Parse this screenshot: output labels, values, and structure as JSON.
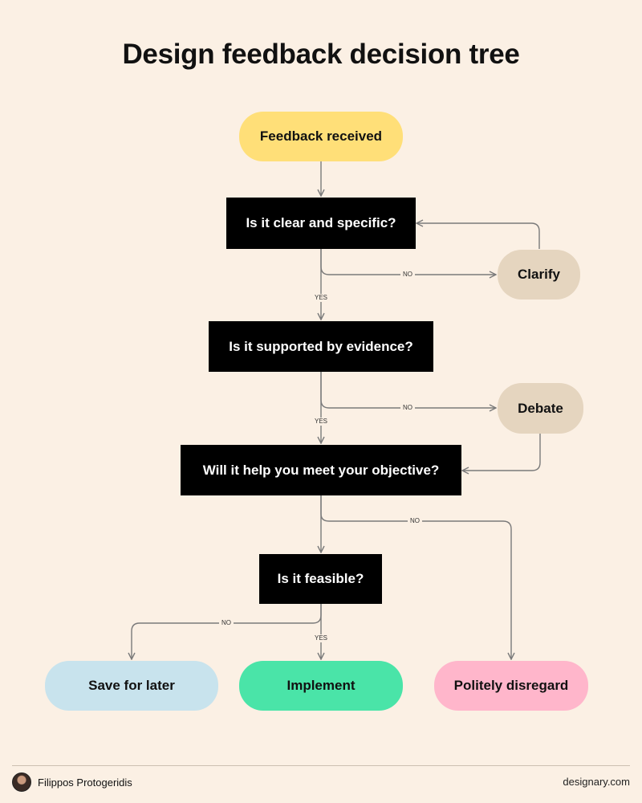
{
  "title": "Design feedback decision tree",
  "nodes": {
    "feedback_received": "Feedback received",
    "clear_specific": "Is it clear and specific?",
    "clarify": "Clarify",
    "supported_evidence": "Is it supported by evidence?",
    "debate": "Debate",
    "meet_objective": "Will it help you meet your objective?",
    "feasible": "Is it feasible?",
    "save_for_later": "Save for later",
    "implement": "Implement",
    "politely_disregard": "Politely disregard"
  },
  "edge_labels": {
    "no": "NO",
    "yes": "YES"
  },
  "colors": {
    "background": "#fbf0e4",
    "start": "#ffdf78",
    "question": "#000000",
    "side_action": "#e5d5bf",
    "save_for_later": "#c8e3ed",
    "implement": "#4ae4a8",
    "politely_disregard": "#ffb6cb"
  },
  "footer": {
    "author": "Filippos Protogeridis",
    "site": "designary.com"
  }
}
